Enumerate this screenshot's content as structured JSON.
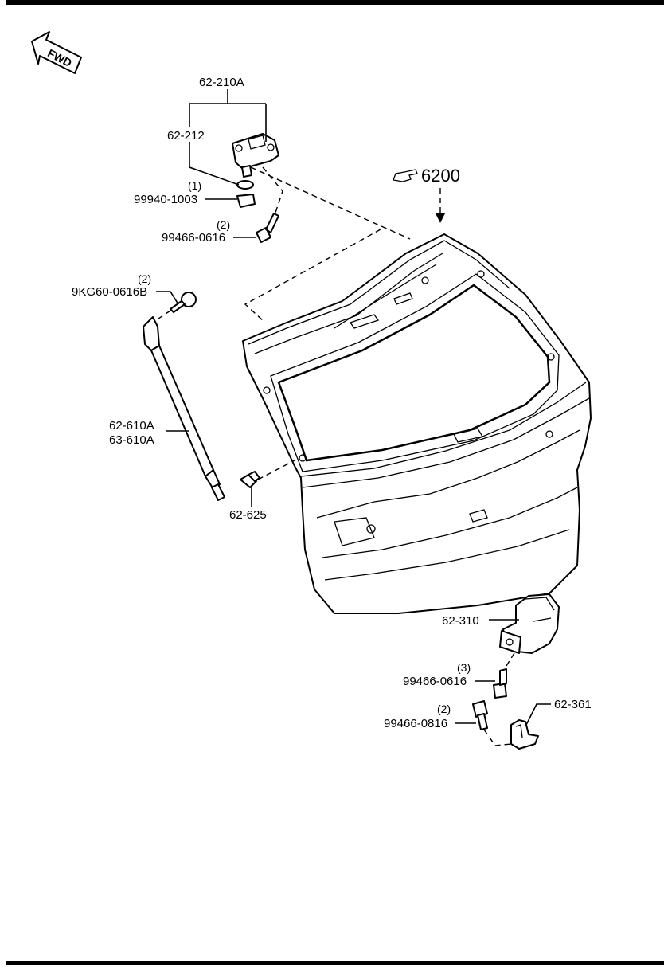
{
  "direction_arrow": {
    "label": "FWD"
  },
  "assembly": {
    "ref": "6200"
  },
  "callouts": [
    {
      "id": "hinge",
      "code": "62-210A",
      "qty": ""
    },
    {
      "id": "hinge_sub",
      "code": "62-212",
      "qty": ""
    },
    {
      "id": "nut",
      "code": "99940-1003",
      "qty": "(1)"
    },
    {
      "id": "hinge_bolt",
      "code": "99466-0616",
      "qty": "(2)"
    },
    {
      "id": "stud",
      "code": "9KG60-0616B",
      "qty": "(2)"
    },
    {
      "id": "damper_l",
      "code": "62-610A",
      "qty": ""
    },
    {
      "id": "damper_r",
      "code": "63-610A",
      "qty": ""
    },
    {
      "id": "ball_stud",
      "code": "62-625",
      "qty": ""
    },
    {
      "id": "latch",
      "code": "62-310",
      "qty": ""
    },
    {
      "id": "latch_bolt",
      "code": "99466-0616",
      "qty": "(3)"
    },
    {
      "id": "striker_bolt",
      "code": "99466-0816",
      "qty": "(2)"
    },
    {
      "id": "striker",
      "code": "62-361",
      "qty": ""
    }
  ]
}
